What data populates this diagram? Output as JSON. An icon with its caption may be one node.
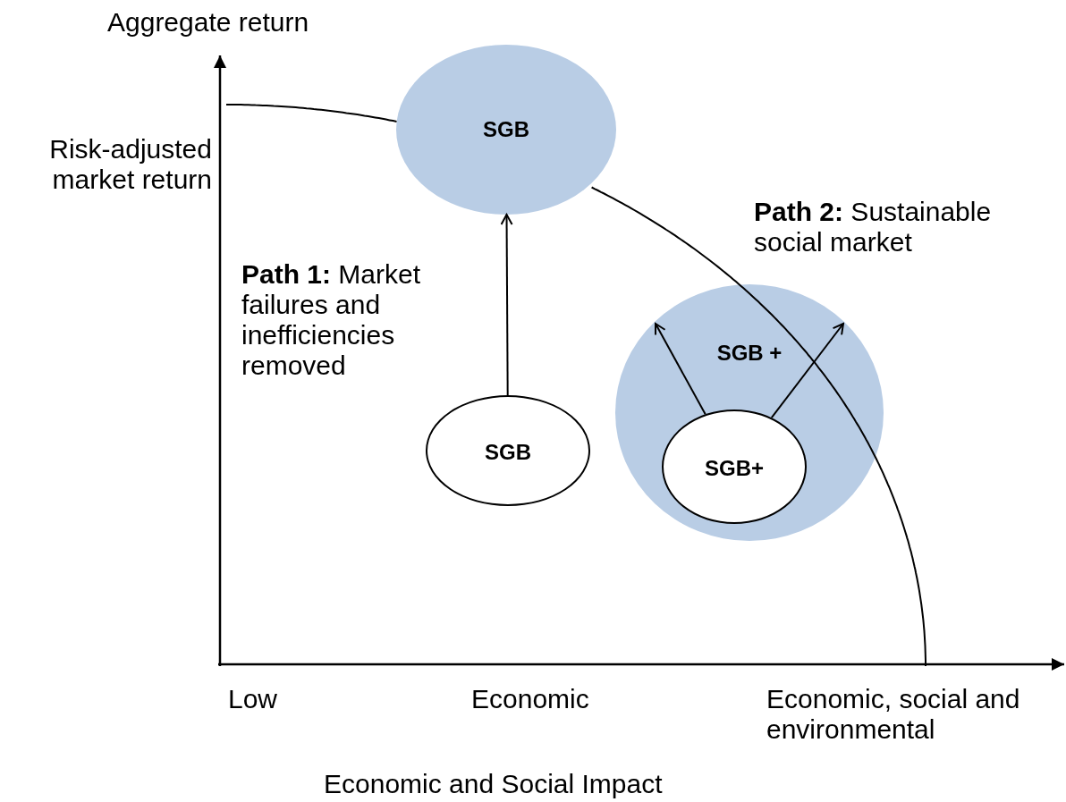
{
  "diagram": {
    "nodes": [
      {
        "text": [
          "SGB"
        ]
      },
      {
        "text": [
          "SGB"
        ]
      },
      {
        "text": [
          "SGB +"
        ]
      },
      {
        "text": [
          "SGB+"
        ],
        "in": 2
      }
    ],
    "edges": [
      {
        "from": 1,
        "to": 0,
        "arrow": "to"
      },
      {
        "from": 3,
        "to": null,
        "arrow": "to"
      },
      {
        "from": 3,
        "to": null,
        "arrow": "to"
      }
    ],
    "labels": [
      "Aggregate return",
      "Risk-adjusted market return",
      "**Path 1:** Market failures and inefficiencies removed",
      "**Path 2:** Sustainable social market",
      "Low",
      "Economic",
      "Economic, social and environmental",
      "Economic and Social Impact"
    ]
  }
}
